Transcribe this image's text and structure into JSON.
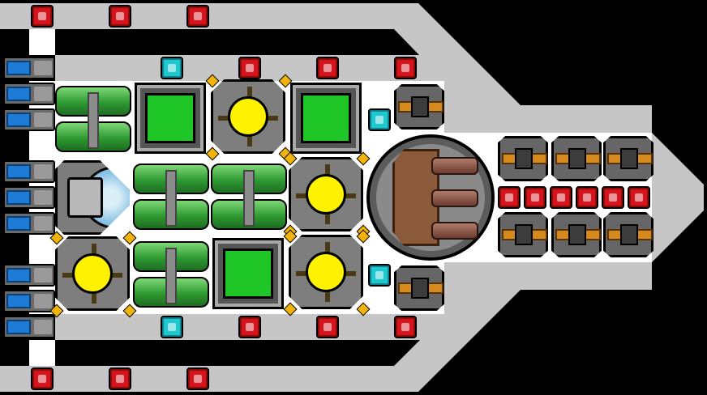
{
  "scene": {
    "type": "top-down spaceship blueprint",
    "colors": {
      "background": "#000000",
      "hull": "#c6c6c6",
      "floor": "#ffffff",
      "button_red": "#d4161c",
      "button_cyan": "#21c8d0",
      "cargo_green": "#1fc628",
      "reactor_yellow": "#fff200",
      "turret_orange": "#d68a1c",
      "cannon_brown": "#8a5a3a"
    },
    "counts": {
      "red_buttons": 18,
      "cyan_buttons": 4,
      "thrusters": 9,
      "cargo_modules": 3,
      "reactor_modules": 4,
      "tank_modules": 4,
      "small_turrets": 8,
      "main_cannon_barrels": 3
    },
    "icons": [
      "thruster-icon",
      "cargo-icon",
      "reactor-icon",
      "tank-icon",
      "turret-icon",
      "cannon-icon",
      "control-dome-icon",
      "button-icon"
    ]
  }
}
